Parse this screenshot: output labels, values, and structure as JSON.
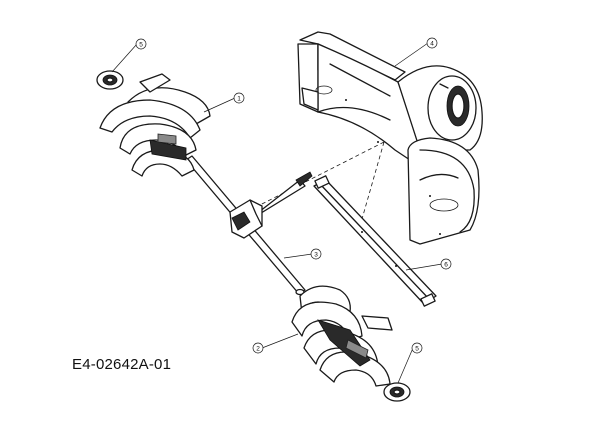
{
  "drawing_number": "E4-02642A-01",
  "callouts": {
    "auger_left": "1",
    "auger_right": "2",
    "shaft": "3",
    "housing": "4",
    "bearing_top": "5",
    "bearing_bottom": "5",
    "scraper_bar": "6"
  }
}
